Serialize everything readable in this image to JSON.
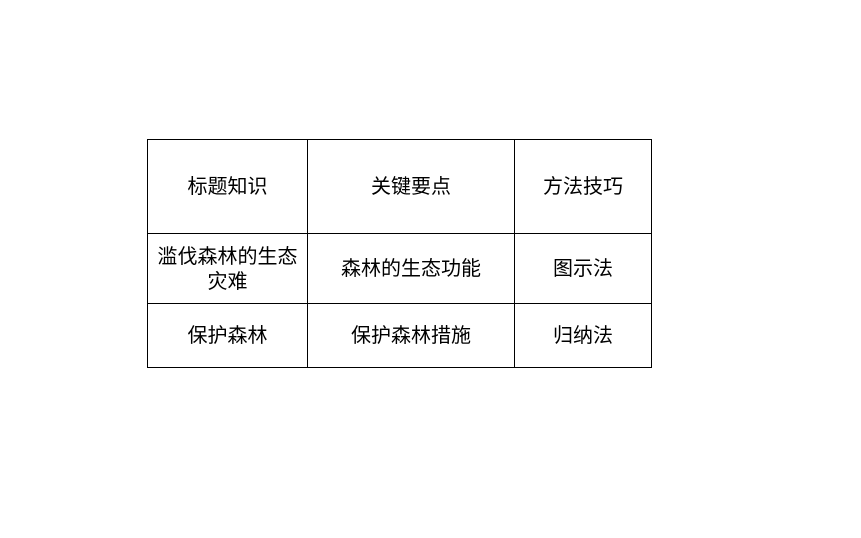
{
  "table": {
    "rows": [
      [
        "标题知识",
        "关键要点",
        "方法技巧"
      ],
      [
        "滥伐森林的生态灾难",
        "森林的生态功能",
        "图示法"
      ],
      [
        "保护森林",
        "保护森林措施",
        "归纳法"
      ]
    ]
  }
}
